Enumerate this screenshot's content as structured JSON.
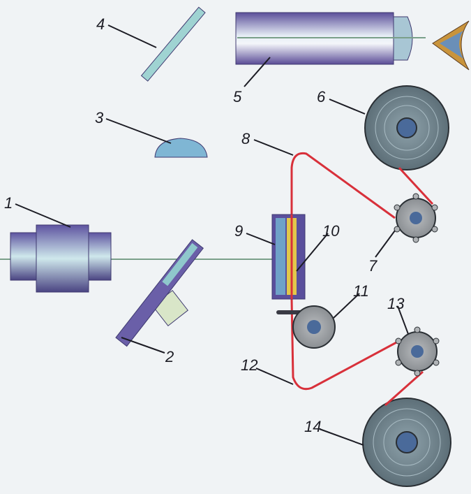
{
  "diagram": {
    "labels": [
      "1",
      "2",
      "3",
      "4",
      "5",
      "6",
      "7",
      "8",
      "9",
      "10",
      "11",
      "12",
      "13",
      "14"
    ]
  },
  "colors": {
    "body": "#6a5fa8",
    "glass": "#8fc8cc",
    "reel": "#6d7f88",
    "film": "#d8303a",
    "axis": "#7aa08a"
  }
}
